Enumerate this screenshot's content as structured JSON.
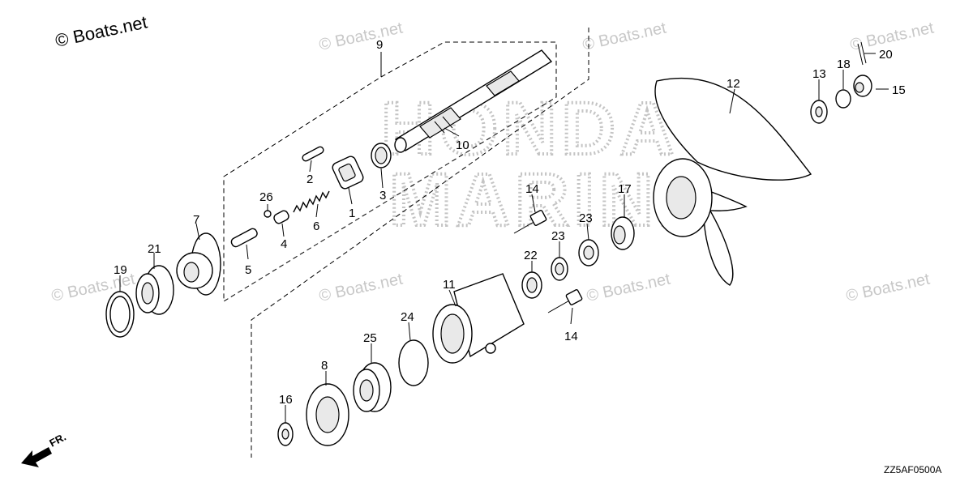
{
  "watermark": {
    "main": "© Boats.net",
    "tile": "© Boats.net",
    "brand_line1": "HONDA",
    "brand_line2": "MARINE"
  },
  "diagram": {
    "code": "ZZ5AF0500A",
    "direction_label": "FR.",
    "parts": [
      {
        "ref": "1"
      },
      {
        "ref": "2"
      },
      {
        "ref": "3"
      },
      {
        "ref": "4"
      },
      {
        "ref": "5"
      },
      {
        "ref": "6"
      },
      {
        "ref": "7"
      },
      {
        "ref": "8"
      },
      {
        "ref": "9"
      },
      {
        "ref": "10"
      },
      {
        "ref": "11"
      },
      {
        "ref": "12"
      },
      {
        "ref": "13"
      },
      {
        "ref": "14"
      },
      {
        "ref": "14"
      },
      {
        "ref": "15"
      },
      {
        "ref": "16"
      },
      {
        "ref": "17"
      },
      {
        "ref": "18"
      },
      {
        "ref": "19"
      },
      {
        "ref": "20"
      },
      {
        "ref": "21"
      },
      {
        "ref": "22"
      },
      {
        "ref": "23"
      },
      {
        "ref": "23"
      },
      {
        "ref": "24"
      },
      {
        "ref": "25"
      },
      {
        "ref": "26"
      }
    ]
  }
}
